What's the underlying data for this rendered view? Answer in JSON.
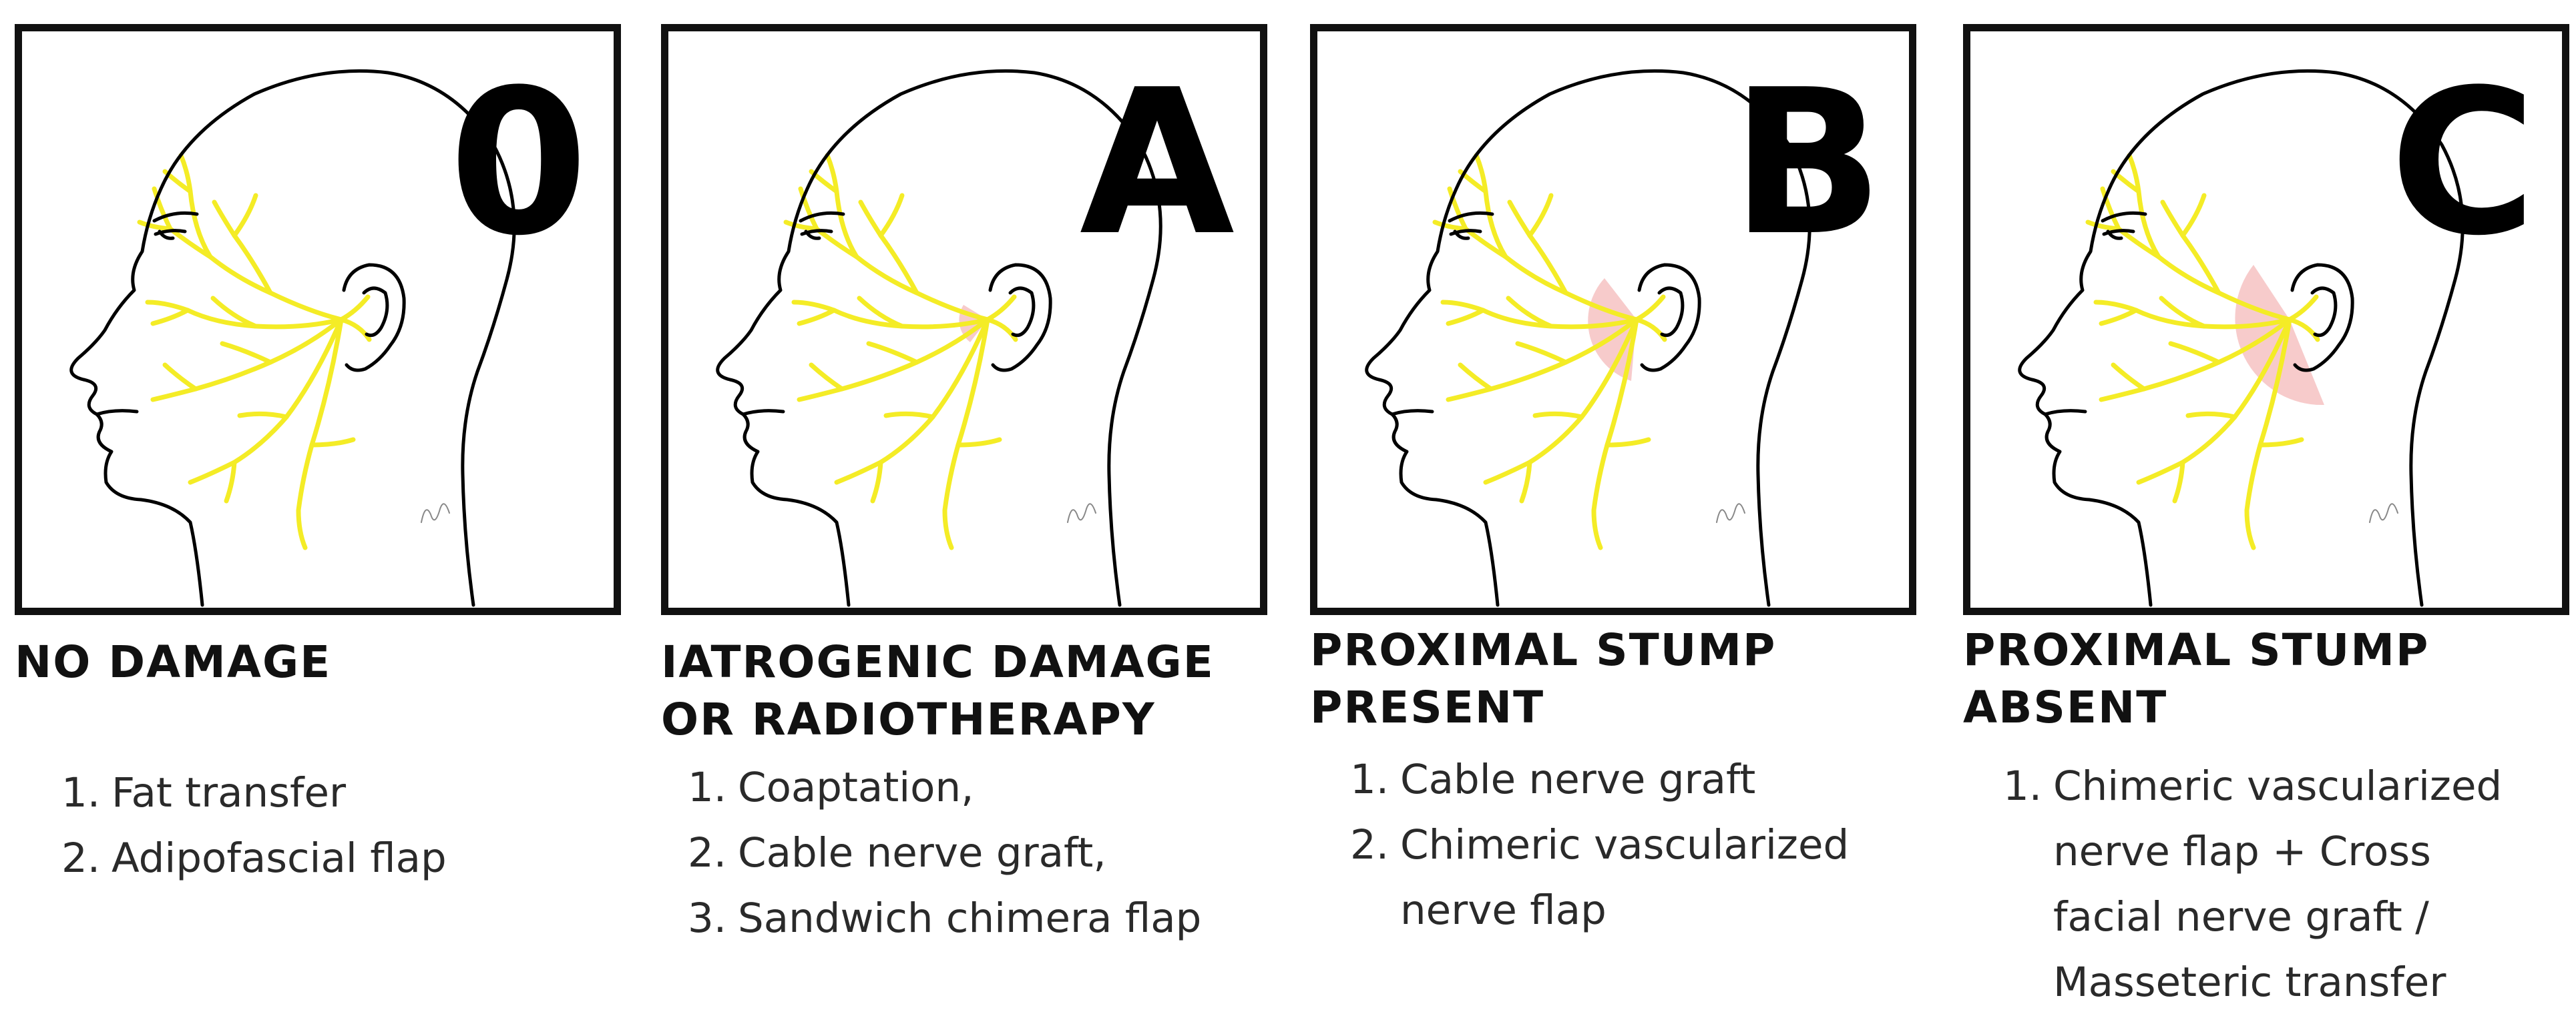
{
  "panels": [
    {
      "letter": "0",
      "heading": [
        "NO DAMAGE"
      ],
      "items": [
        {
          "num": "1.",
          "lines": [
            "Fat transfer"
          ]
        },
        {
          "num": "2.",
          "lines": [
            "Adipofascial flap"
          ]
        }
      ]
    },
    {
      "letter": "A",
      "heading": [
        "IATROGENIC DAMAGE",
        "OR RADIOTHERAPY"
      ],
      "items": [
        {
          "num": "1.",
          "lines": [
            "Coaptation,"
          ]
        },
        {
          "num": "2.",
          "lines": [
            "Cable nerve graft,"
          ]
        },
        {
          "num": "3.",
          "lines": [
            "Sandwich chimera flap"
          ]
        }
      ]
    },
    {
      "letter": "B",
      "heading": [
        "PROXIMAL STUMP",
        "PRESENT"
      ],
      "items": [
        {
          "num": "1.",
          "lines": [
            "Cable nerve graft"
          ]
        },
        {
          "num": "2.",
          "lines": [
            "Chimeric vascularized",
            "nerve flap"
          ]
        }
      ]
    },
    {
      "letter": "C",
      "heading": [
        "PROXIMAL STUMP",
        "ABSENT"
      ],
      "items": [
        {
          "num": "1.",
          "lines": [
            "Chimeric vascularized",
            "nerve flap + Cross",
            "facial nerve graft /",
            "Masseteric transfer"
          ]
        }
      ]
    }
  ],
  "colors": {
    "frame": "#111111",
    "nerve": "#f4ec26",
    "damage_zone": "#f6c2c2",
    "outline": "#000000"
  }
}
